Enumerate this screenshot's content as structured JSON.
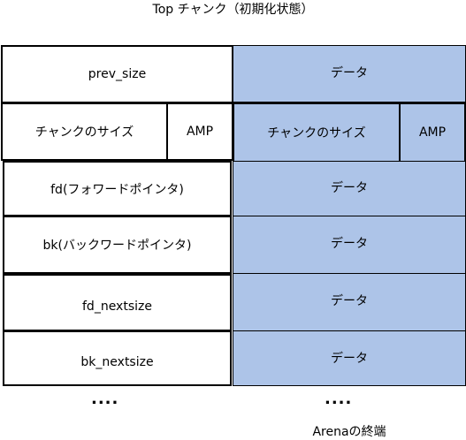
{
  "title": "Top チャンク（初期化状態）",
  "left_chunk": {
    "prev_size": "prev_size",
    "chunk_size": "チャンクのサイズ",
    "amp": "AMP",
    "fd": "fd(フォワードポインタ)",
    "bk": "bk(バックワードポインタ)",
    "fd_nextsize": "fd_nextsize",
    "bk_nextsize": "bk_nextsize",
    "ellipsis": "...."
  },
  "right_chunk": {
    "data_1": "データ",
    "chunk_size": "チャンクのサイズ",
    "amp": "AMP",
    "data_2": "データ",
    "data_3": "データ",
    "data_4": "データ",
    "data_5": "データ",
    "ellipsis": "....",
    "arena_end": "Arenaの終端"
  },
  "colors": {
    "data_fill": "#adc4e8",
    "border": "#000000"
  }
}
